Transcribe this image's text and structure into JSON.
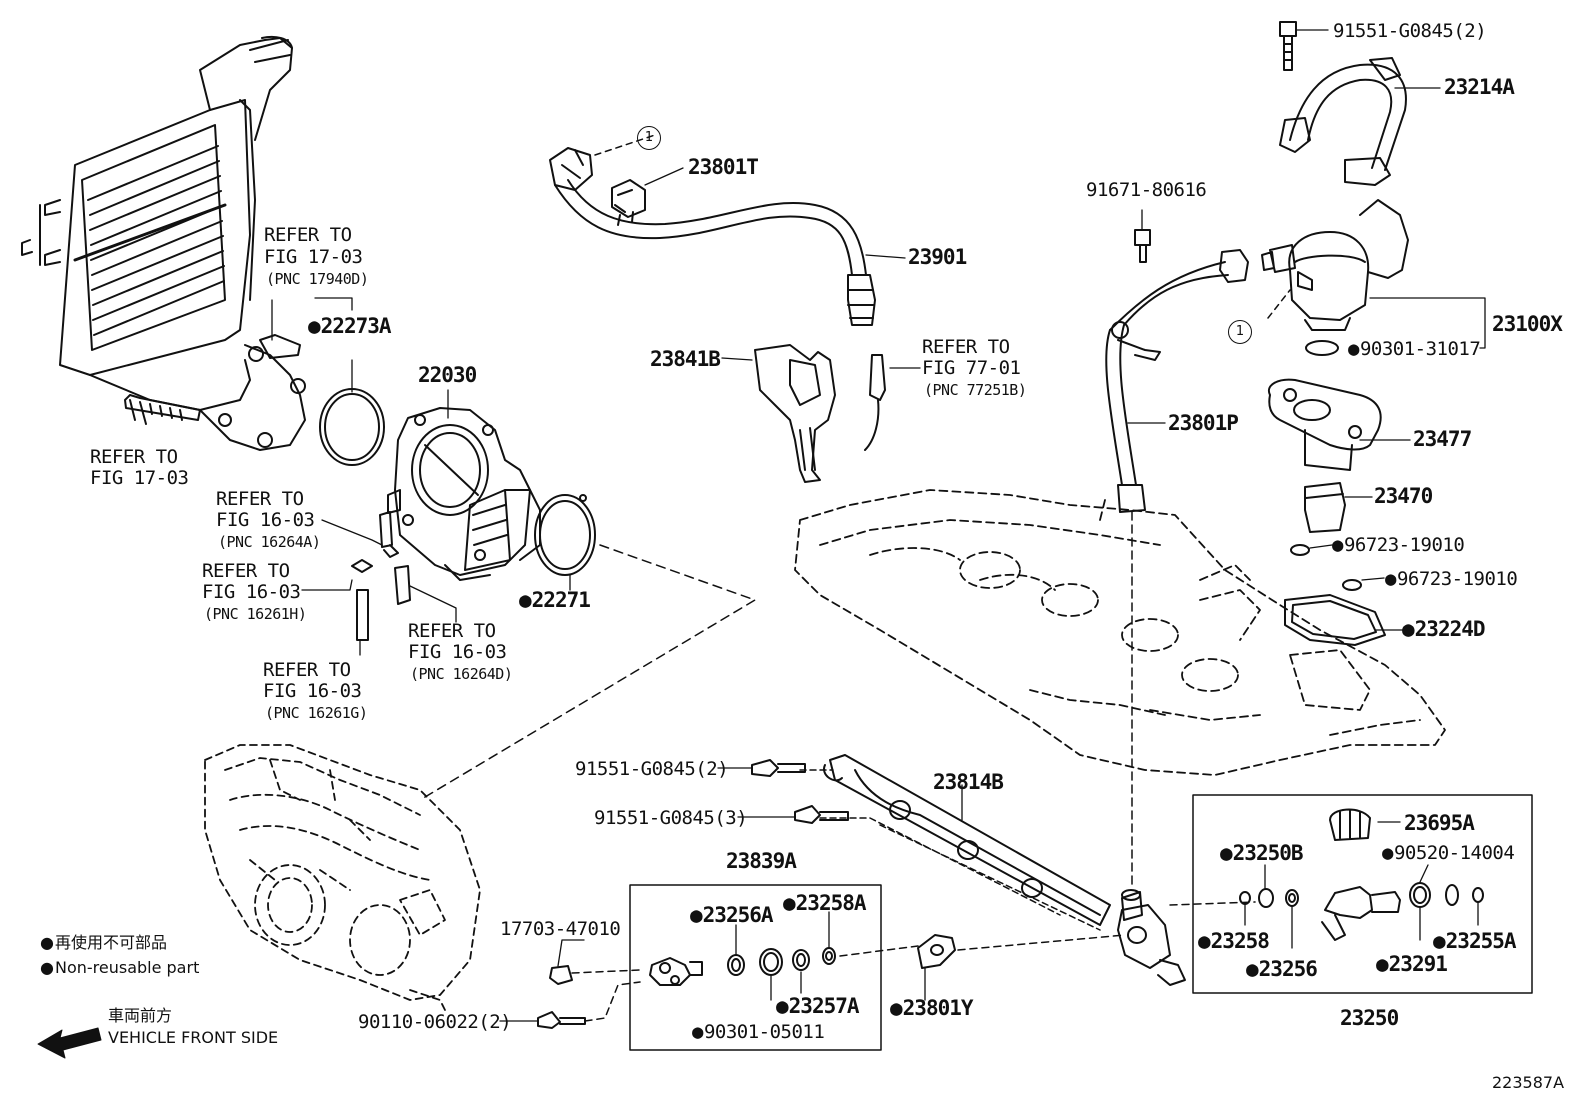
{
  "diagram_code": "223587A",
  "legend": {
    "jp": "再使用不可部品",
    "en": "Non-reusable part"
  },
  "direction": {
    "jp": "車両前方",
    "en": "VEHICLE FRONT SIDE"
  },
  "callout_marker": "1",
  "references": {
    "r17a": {
      "l1": "REFER TO",
      "l2": "FIG 17-03",
      "l3": "(PNC 17940D)"
    },
    "r17b": {
      "l1": "REFER TO",
      "l2": "FIG 17-03"
    },
    "r16a": {
      "l1": "REFER TO",
      "l2": "FIG 16-03",
      "l3": "(PNC 16264A)"
    },
    "r16b": {
      "l1": "REFER TO",
      "l2": "FIG 16-03",
      "l3": "(PNC 16261H)"
    },
    "r16c": {
      "l1": "REFER TO",
      "l2": "FIG 16-03",
      "l3": "(PNC 16264D)"
    },
    "r16d": {
      "l1": "REFER TO",
      "l2": "FIG 16-03",
      "l3": "(PNC 16261G)"
    },
    "r77": {
      "l1": "REFER TO",
      "l2": "FIG 77-01",
      "l3": "(PNC 77251B)"
    }
  },
  "parts": {
    "p91551_top": "91551-G0845(2)",
    "p23214A": "23214A",
    "p23801T": "23801T",
    "p23901": "23901",
    "p91671": "91671-80616",
    "p23100X": "23100X",
    "p90301_31017": "90301-31017",
    "p22273A": "22273A",
    "p22030": "22030",
    "p23841B": "23841B",
    "p23801P": "23801P",
    "p23477": "23477",
    "p23470": "23470",
    "p96723_a": "96723-19010",
    "p96723_b": "96723-19010",
    "p23224D": "23224D",
    "p22271": "22271",
    "p91551_mid2": "91551-G0845(2)",
    "p23814B": "23814B",
    "p91551_mid3": "91551-G0845(3)",
    "p23695A": "23695A",
    "p23250B": "23250B",
    "p90520": "90520-14004",
    "p23839A": "23839A",
    "p23256A": "23256A",
    "p23258A": "23258A",
    "p17703": "17703-47010",
    "p23258": "23258",
    "p23255A": "23255A",
    "p23256": "23256",
    "p23291": "23291",
    "p23257A": "23257A",
    "p23801Y": "23801Y",
    "p90110": "90110-06022(2)",
    "p90301_05011": "90301-05011",
    "p23250": "23250"
  }
}
